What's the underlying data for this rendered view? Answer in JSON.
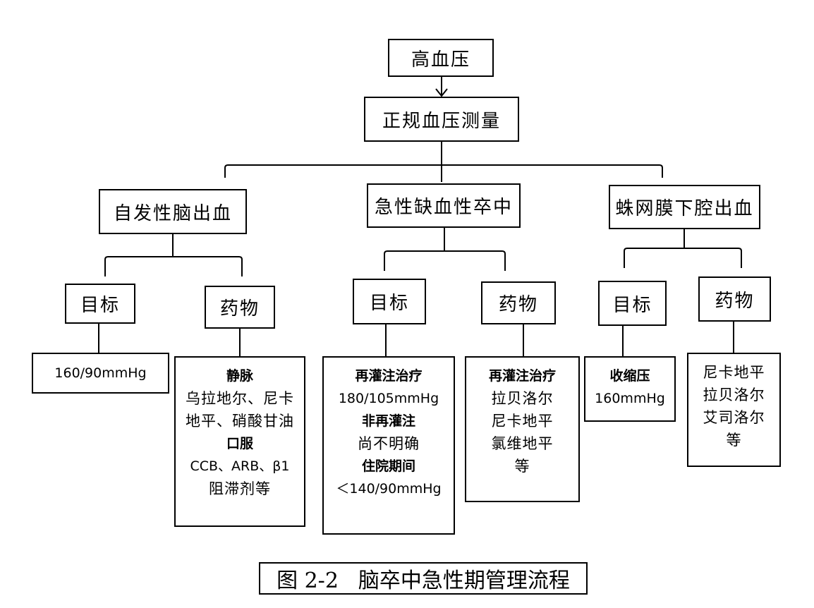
{
  "root": {
    "label": "高血压"
  },
  "measure": {
    "label": "正规血压测量"
  },
  "branches": [
    {
      "label": "自发性脑出血",
      "goal_label": "目标",
      "drug_label": "药物",
      "goal_lines": [
        {
          "text": "160/90mmHg",
          "bold": false
        }
      ],
      "drug_lines": [
        {
          "text": "静脉",
          "bold": true
        },
        {
          "text": "乌拉地尔、尼卡",
          "bold": false
        },
        {
          "text": "地平、硝酸甘油",
          "bold": false
        },
        {
          "text": "口服",
          "bold": true
        },
        {
          "text": "CCB、ARB、β1",
          "bold": false
        },
        {
          "text": "阻滞剂等",
          "bold": false
        }
      ]
    },
    {
      "label": "急性缺血性卒中",
      "goal_label": "目标",
      "drug_label": "药物",
      "goal_lines": [
        {
          "text": "再灌注治疗",
          "bold": true
        },
        {
          "text": "180/105mmHg",
          "bold": false
        },
        {
          "text": "非再灌注",
          "bold": true
        },
        {
          "text": "尚不明确",
          "bold": false
        },
        {
          "text": "住院期间",
          "bold": true
        },
        {
          "text": "＜140/90mmHg",
          "bold": false
        }
      ],
      "drug_lines": [
        {
          "text": "再灌注治疗",
          "bold": true
        },
        {
          "text": "拉贝洛尔",
          "bold": false
        },
        {
          "text": "尼卡地平",
          "bold": false
        },
        {
          "text": "氯维地平",
          "bold": false
        },
        {
          "text": "等",
          "bold": false
        }
      ]
    },
    {
      "label": "蛛网膜下腔出血",
      "goal_label": "目标",
      "drug_label": "药物",
      "goal_lines": [
        {
          "text": "收缩压",
          "bold": true
        },
        {
          "text": "160mmHg",
          "bold": false
        }
      ],
      "drug_lines": [
        {
          "text": "尼卡地平",
          "bold": false
        },
        {
          "text": "拉贝洛尔",
          "bold": false
        },
        {
          "text": "艾司洛尔",
          "bold": false
        },
        {
          "text": "等",
          "bold": false
        }
      ]
    }
  ],
  "caption": {
    "number": "图 2-2",
    "title": "脑卒中急性期管理流程"
  }
}
